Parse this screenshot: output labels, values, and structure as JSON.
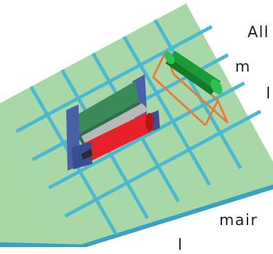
{
  "colors": {
    "background": "#ffffff",
    "mat": "#a8d8a8",
    "grid_line": "#4ab8d0",
    "mat_edge": "#3aa0c4",
    "frame_blue": "#4a5fa8",
    "roller_red": "#e8202a",
    "roller_green": "#1a9a3a",
    "web_green": "#3a8a5a",
    "stand_orange": "#e87a3a",
    "text": "#222222"
  },
  "text": {
    "line1": "All",
    "line2": "m",
    "line3": "l",
    "line4": "mair",
    "line5": "l"
  }
}
